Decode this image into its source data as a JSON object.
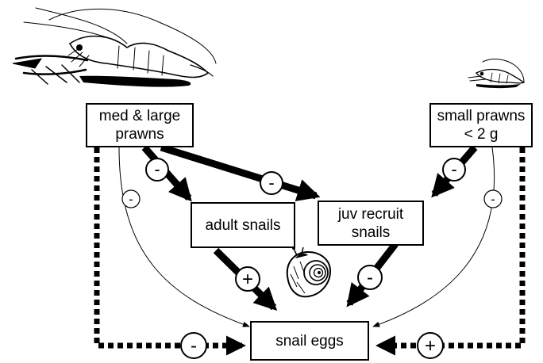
{
  "nodes": {
    "med_large_prawns": "med & large\nprawns",
    "small_prawns": "small prawns\n< 2 g",
    "adult_snails": "adult snails",
    "juv_recruit_snails": "juv recruit\nsnails",
    "snail_eggs": "snail eggs"
  },
  "effects": {
    "med_to_adult": "-",
    "med_to_juv": "-",
    "small_to_juv": "-",
    "med_to_eggs_thin": "-",
    "small_to_eggs_thin": "-",
    "adult_to_eggs": "+",
    "juv_to_eggs": "-",
    "med_to_eggs_dotted": "-",
    "small_to_eggs_dotted": "+"
  },
  "colors": {
    "ink": "#000000",
    "background": "#ffffff"
  },
  "icons": {
    "large_prawn": "prawn-illustration",
    "small_prawn": "small-prawn-illustration",
    "snail": "snail-illustration"
  }
}
